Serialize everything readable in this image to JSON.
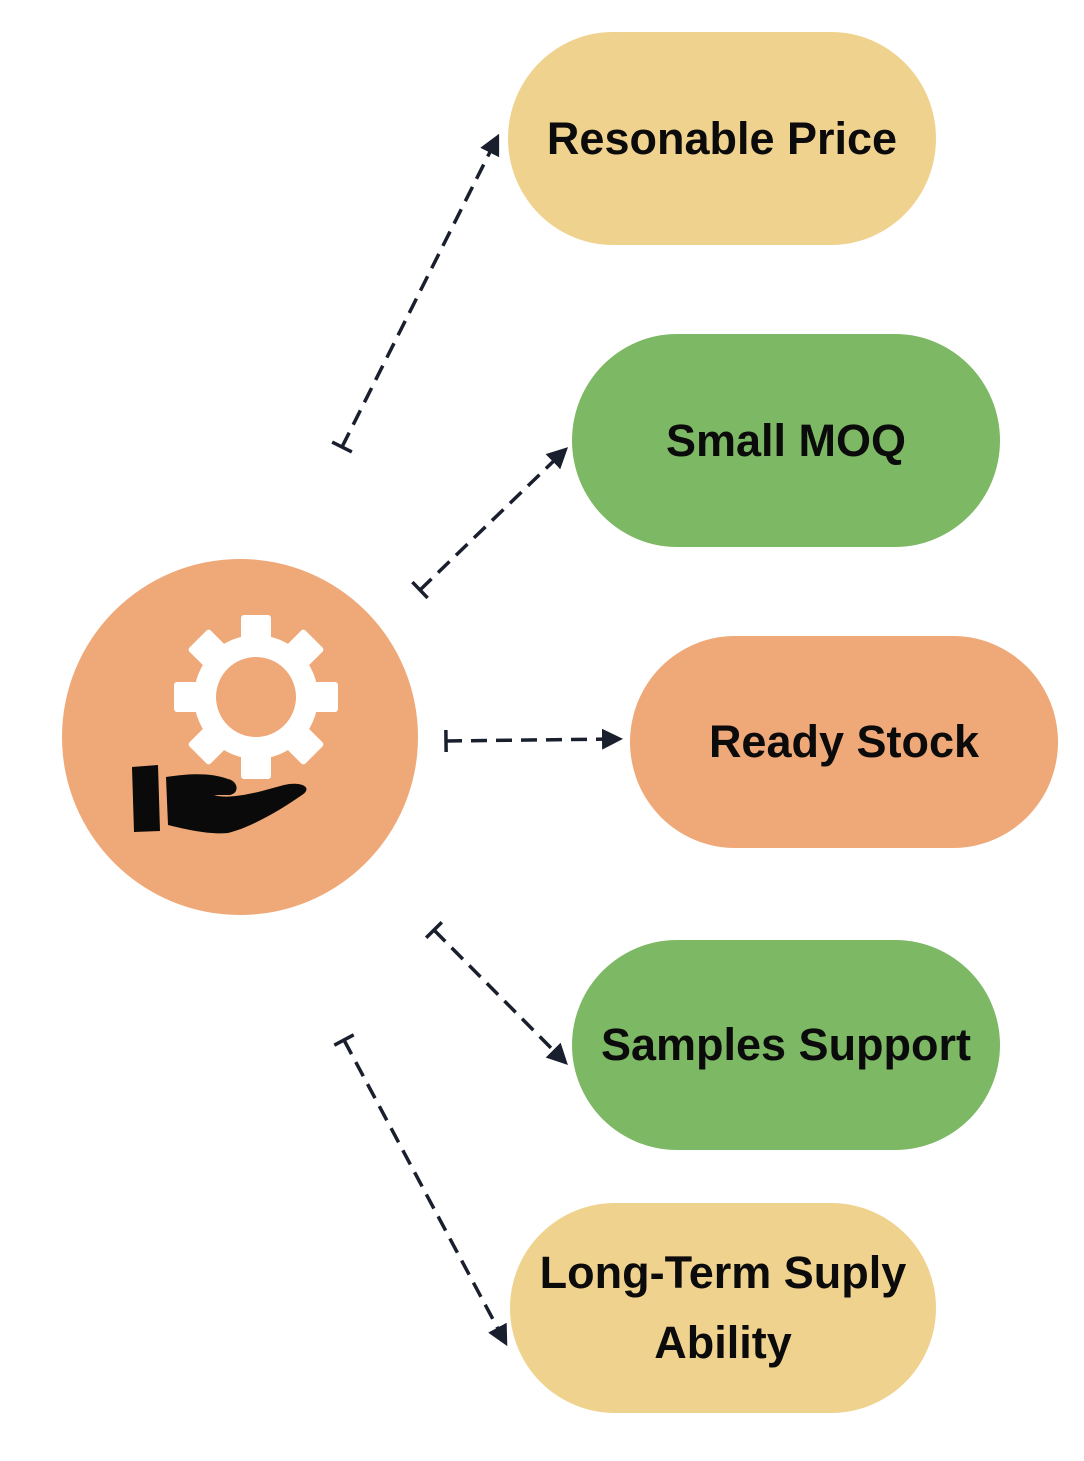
{
  "diagram": {
    "hub": {
      "icon": "hand-with-gear-icon",
      "fill": "#EFA877"
    },
    "nodes": [
      {
        "id": "reasonable-price",
        "label": "Resonable Price",
        "fill": "#F0D28F"
      },
      {
        "id": "small-moq",
        "label": "Small MOQ",
        "fill": "#7DB864"
      },
      {
        "id": "ready-stock",
        "label": "Ready Stock",
        "fill": "#EFA877"
      },
      {
        "id": "samples-support",
        "label": "Samples Support",
        "fill": "#7DB864"
      },
      {
        "id": "long-term-supply",
        "label": "Long-Term Suply\nAbility",
        "fill": "#F0D28F"
      }
    ],
    "connector_style": "dashed-arrow",
    "connector_color": "#1a1f2e"
  }
}
